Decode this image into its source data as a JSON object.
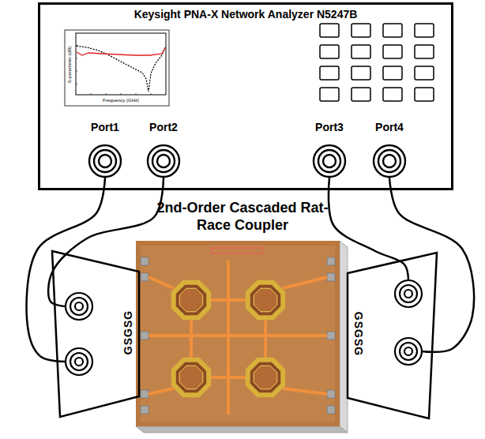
{
  "diagram": {
    "nodes": [
      {
        "text": [
          "Keysight PNA-X Network Analyzer N5247B"
        ]
      },
      {
        "text": [
          "Port1"
        ],
        "in": 0
      },
      {
        "text": [
          "Port2"
        ],
        "in": 0
      },
      {
        "text": [
          "Port3"
        ],
        "in": 0
      },
      {
        "text": [
          "Port4"
        ],
        "in": 0
      },
      {
        "text": [
          "GSGSG"
        ]
      },
      {
        "text": [
          "GSGSG"
        ]
      }
    ],
    "edges": [
      {
        "from": 1,
        "to": 5,
        "arrow": "none"
      },
      {
        "from": 2,
        "to": 5,
        "arrow": "none"
      },
      {
        "from": 3,
        "to": 6,
        "arrow": "none"
      },
      {
        "from": 4,
        "to": 6,
        "arrow": "none"
      }
    ],
    "labels": [
      "2nd-Order Cascaded Rat-Race Coupler",
      "S-parameter (dB)",
      "Frequency (GHz)"
    ]
  }
}
